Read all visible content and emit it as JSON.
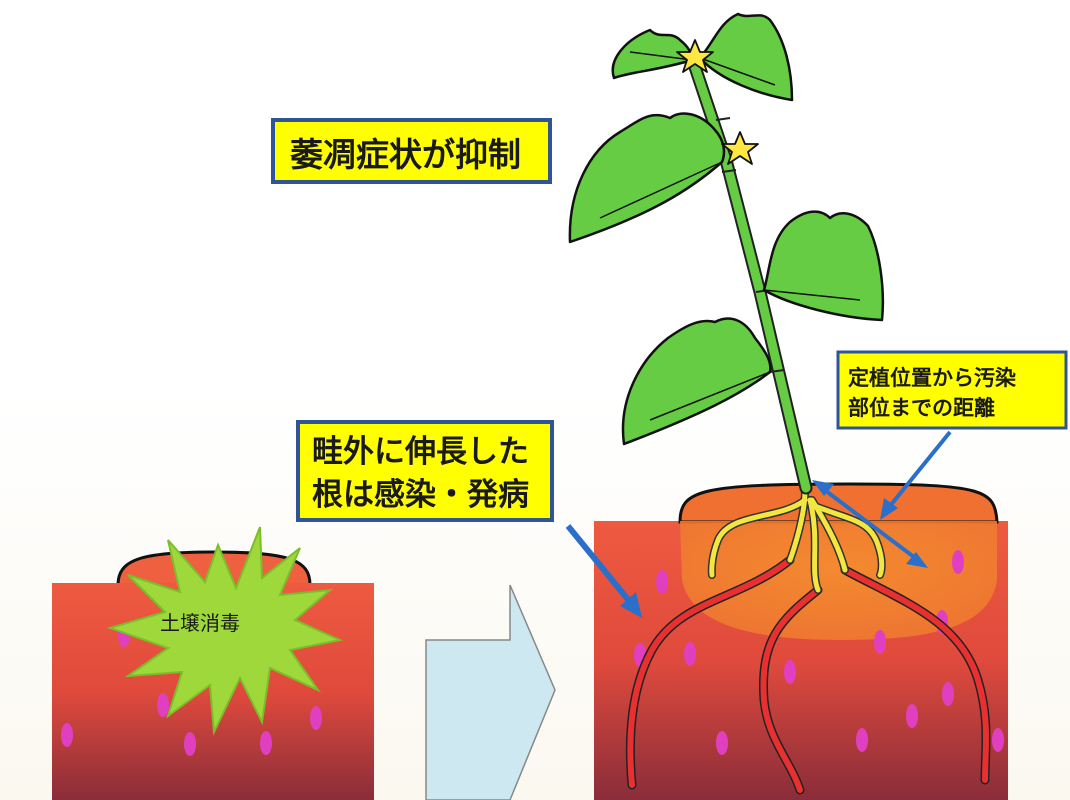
{
  "labels": {
    "wilt_suppressed": "萎凋症状が抑制",
    "roots_line1": "畦外に伸長した",
    "roots_line2": "根は感染・発病",
    "distance_line1": "定植位置から汚染",
    "distance_line2": "部位までの距離",
    "soil_disinfection": "土壌消毒"
  },
  "colors": {
    "label_fill": "#ffff00",
    "label_border": "#2f5597",
    "leaf": "#66cc44",
    "soil_top": "#ee5a40",
    "soil_bottom": "#8a2d3a",
    "arrow_blue": "#2a6fc9",
    "big_arrow": "#cde8f0",
    "pathogen_dot": "#e040c0",
    "healthy_root": "#f2e640",
    "infected_root": "#e83030",
    "flower": "#ffe640"
  }
}
